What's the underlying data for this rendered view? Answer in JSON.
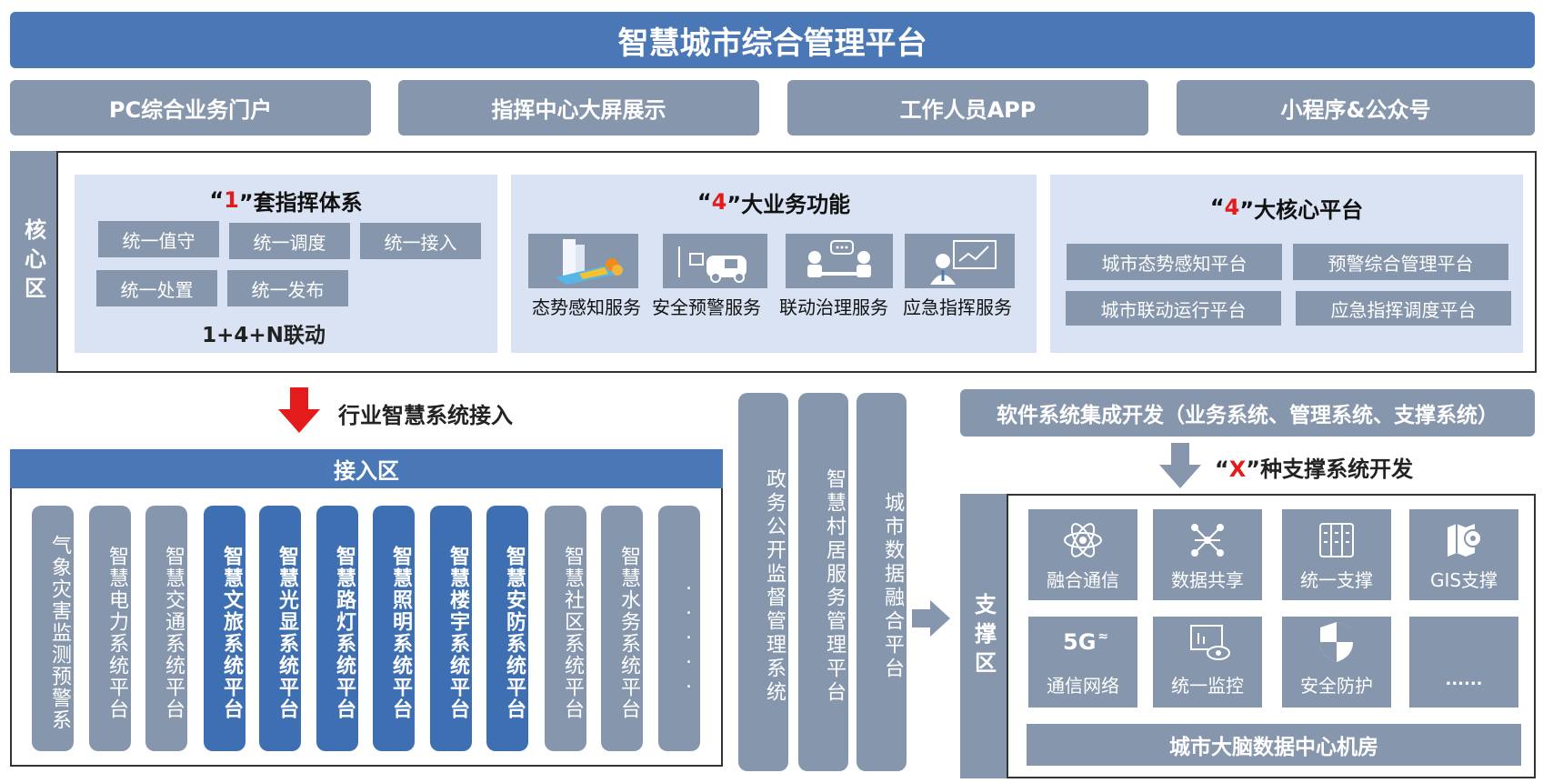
{
  "title": "智慧城市综合管理平台",
  "portals": [
    "PC综合业务门户",
    "指挥中心大屏展示",
    "工作人员APP",
    "小程序&公众号"
  ],
  "core": {
    "label": "核心区",
    "command": {
      "title_prefix": "“",
      "title_num": "1",
      "title_suffix": "”套指挥体系",
      "chips": [
        "统一值守",
        "统一调度",
        "统一接入",
        "统一处置",
        "统一发布"
      ],
      "footer": "1+4+N联动"
    },
    "business": {
      "title_prefix": "“",
      "title_num": "4",
      "title_suffix": "”大业务功能",
      "services": [
        "态势感知服务",
        "安全预警服务",
        "联动治理服务",
        "应急指挥服务"
      ]
    },
    "platforms": {
      "title_prefix": "“",
      "title_num": "4",
      "title_suffix": "”大核心平台",
      "items": [
        "城市态势感知平台",
        "预警综合管理平台",
        "城市联动运行平台",
        "应急指挥调度平台"
      ]
    }
  },
  "industry_label": "行业智慧系统接入",
  "access": {
    "header": "接入区",
    "systems": [
      {
        "name": "气象灾害监测预警系",
        "style": "gray"
      },
      {
        "name": "智慧电力系统平台",
        "style": "gray"
      },
      {
        "name": "智慧交通系统平台",
        "style": "gray"
      },
      {
        "name": "智慧文旅系统平台",
        "style": "blue"
      },
      {
        "name": "智慧光显系统平台",
        "style": "blue"
      },
      {
        "name": "智慧路灯系统平台",
        "style": "blue"
      },
      {
        "name": "智慧照明系统平台",
        "style": "blue"
      },
      {
        "name": "智慧楼宇系统平台",
        "style": "blue"
      },
      {
        "name": "智慧安防系统平台",
        "style": "blue"
      },
      {
        "name": "智慧社区系统平台",
        "style": "gray"
      },
      {
        "name": "智慧水务系统平台",
        "style": "gray"
      },
      {
        "name": ".....",
        "style": "gray"
      }
    ]
  },
  "middle_bars": [
    "政务公开监督管理系统",
    "智慧村居服务管理平台",
    "城市数据融合平台"
  ],
  "software_banner": "软件系统集成开发（业务系统、管理系统、支撑系统）",
  "support_dev": {
    "prefix": "“",
    "x": "X",
    "suffix": "”种支撑系统开发"
  },
  "support": {
    "label": "支撑区",
    "tiles": [
      {
        "label": "融合通信",
        "icon": "atom-icon"
      },
      {
        "label": "数据共享",
        "icon": "network-icon"
      },
      {
        "label": "统一支撑",
        "icon": "server-icon"
      },
      {
        "label": "GIS支撑",
        "icon": "map-pin-icon"
      },
      {
        "label": "通信网络",
        "icon": "5g-icon",
        "badge": "5G"
      },
      {
        "label": "统一监控",
        "icon": "monitor-eye-icon"
      },
      {
        "label": "安全防护",
        "icon": "shield-icon"
      },
      {
        "label": "......",
        "icon": "more-icon"
      }
    ],
    "footer": "城市大脑数据中心机房"
  },
  "colors": {
    "blue": "#4a78b6",
    "gray": "#8696ad",
    "panel": "#dae3f3",
    "red": "#e31b1b"
  }
}
